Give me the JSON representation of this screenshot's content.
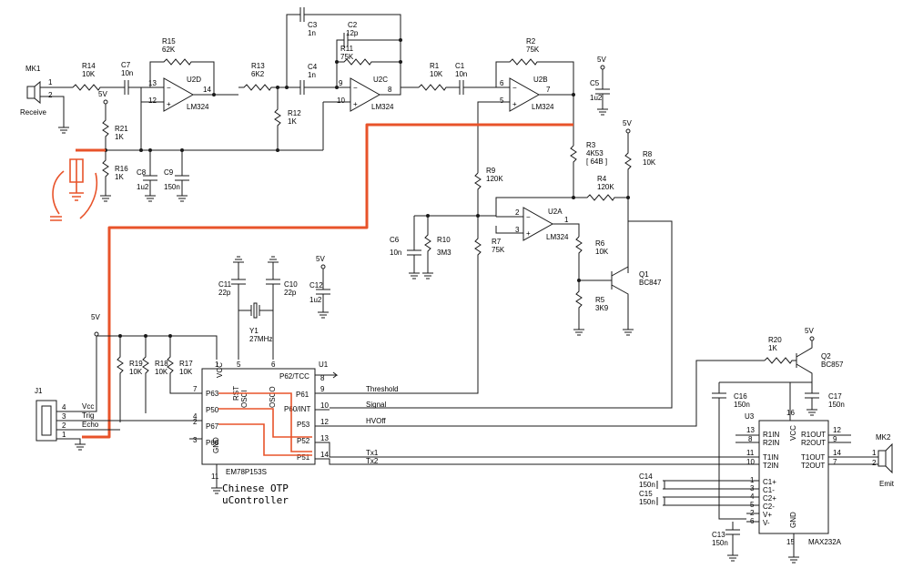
{
  "colors": {
    "wire": "#1a1a1a",
    "highlight": "#e8532a",
    "background": "#ffffff"
  },
  "parts": {
    "MK1": "MK1",
    "receive": "Receive",
    "MK2": "MK2",
    "emit": "Emit",
    "R14": "R14",
    "R14v": "10K",
    "C7": "C7",
    "C7v": "10n",
    "R15": "R15",
    "R15v": "62K",
    "U2D": "U2D",
    "U2D_type": "LM324",
    "R13": "R13",
    "R13v": "6K2",
    "R12": "R12",
    "R12v": "1K",
    "C3": "C3",
    "C3v": "1n",
    "C4": "C4",
    "C4v": "1n",
    "C2": "C2",
    "C2v": "12p",
    "R11": "R11",
    "R11v": "75K",
    "U2C": "U2C",
    "U2C_type": "LM324",
    "R1": "R1",
    "R1v": "10K",
    "C1": "C1",
    "C1v": "10n",
    "R2": "R2",
    "R2v": "75K",
    "U2B": "U2B",
    "U2B_type": "LM324",
    "C5": "C5",
    "C5v": "1u2",
    "v5": "5V",
    "R21": "R21",
    "R21v": "1K",
    "R16": "R16",
    "R16v": "1K",
    "C8": "C8",
    "C8v": "1u2",
    "C9": "C9",
    "C9v": "150n",
    "R3": "R3",
    "R3v": "4K53",
    "R3n": "[ 64B ]",
    "R8": "R8",
    "R8v": "10K",
    "R4": "R4",
    "R4v": "120K",
    "R9": "R9",
    "R9v": "120K",
    "U2A": "U2A",
    "U2A_type": "LM324",
    "C6": "C6",
    "C6v": "10n",
    "R10": "R10",
    "R10v": "3M3",
    "R7": "R7",
    "R7v": "75K",
    "R6": "R6",
    "R6v": "10K",
    "R5": "R5",
    "R5v": "3K9",
    "Q1": "Q1",
    "Q1t": "BC847",
    "C11": "C11",
    "C11v": "22p",
    "C10": "C10",
    "C10v": "22p",
    "C12": "C12",
    "C12v": "1u2",
    "Y1": "Y1",
    "Y1v": "27MHz",
    "R19": "R19",
    "R19v": "10K",
    "R18": "R18",
    "R18v": "10K",
    "R17": "R17",
    "R17v": "10K",
    "U1": "U1",
    "U1_type": "EM78P153S",
    "J1": "J1",
    "J1_vcc": "Vcc",
    "J1_trig": "Trig",
    "J1_echo": "Echo",
    "R20": "R20",
    "R20v": "1K",
    "Q2": "Q2",
    "Q2t": "BC857",
    "C16": "C16",
    "C16v": "150n",
    "C17": "C17",
    "C17v": "150n",
    "U3": "U3",
    "U3_type": "MAX232A",
    "C14": "C14",
    "C14v": "150n",
    "C15": "C15",
    "C15v": "150n",
    "C13": "C13",
    "C13v": "150n"
  },
  "u1_pins": {
    "vcc": "VCC",
    "rst": "RST",
    "osci": "OSCI",
    "osco": "OSCO",
    "p62": "P62/TCC",
    "p61": "P61",
    "p60": "P60/INT",
    "p53": "P53",
    "p52": "P52",
    "p51": "P51",
    "p63": "P63",
    "p50": "P50",
    "p67": "P67",
    "p66": "P66",
    "gnd": "GND"
  },
  "u3_pins": {
    "r1in": "R1IN",
    "r2in": "R2IN",
    "t1in": "T1IN",
    "t2in": "T2IN",
    "r1out": "R1OUT",
    "r2out": "R2OUT",
    "t1out": "T1OUT",
    "t2out": "T2OUT",
    "c1p": "C1+",
    "c1m": "C1-",
    "c2p": "C2+",
    "c2m": "C2-",
    "vp": "V+",
    "vm": "V-",
    "vcc": "VCC",
    "gnd": "GND"
  },
  "nets": {
    "threshold": "Threshold",
    "signal": "Signal",
    "hvoff": "HVOff",
    "tx1": "Tx1",
    "tx2": "Tx2"
  },
  "pin_numbers": {
    "u2d_13": "13",
    "u2d_12": "12",
    "u2d_14": "14",
    "u2c_9": "9",
    "u2c_10": "10",
    "u2c_8": "8",
    "u2b_6": "6",
    "u2b_5": "5",
    "u2b_7": "7",
    "u2a_2": "2",
    "u2a_3": "3",
    "u2a_1": "1",
    "mk1_1": "1",
    "mk1_2": "2",
    "mk2_1": "1",
    "mk2_2": "2",
    "j1_1": "1",
    "j1_2": "2",
    "j1_3": "3",
    "j1_4": "4",
    "u1_1": "1",
    "u1_2": "2",
    "u1_3": "3",
    "u1_4": "4",
    "u1_5": "5",
    "u1_6": "6",
    "u1_7": "7",
    "u1_8": "8",
    "u1_9": "9",
    "u1_10": "10",
    "u1_11": "11",
    "u1_12": "12",
    "u1_13": "13",
    "u1_14": "14",
    "u3_1": "1",
    "u3_2": "2",
    "u3_3": "3",
    "u3_4": "4",
    "u3_5": "5",
    "u3_6": "6",
    "u3_7": "7",
    "u3_8": "8",
    "u3_9": "9",
    "u3_10": "10",
    "u3_11": "11",
    "u3_12": "12",
    "u3_13": "13",
    "u3_14": "14",
    "u3_15": "15",
    "u3_16": "16"
  },
  "annotation": {
    "line1": "Chinese OTP",
    "line2": "uController"
  }
}
